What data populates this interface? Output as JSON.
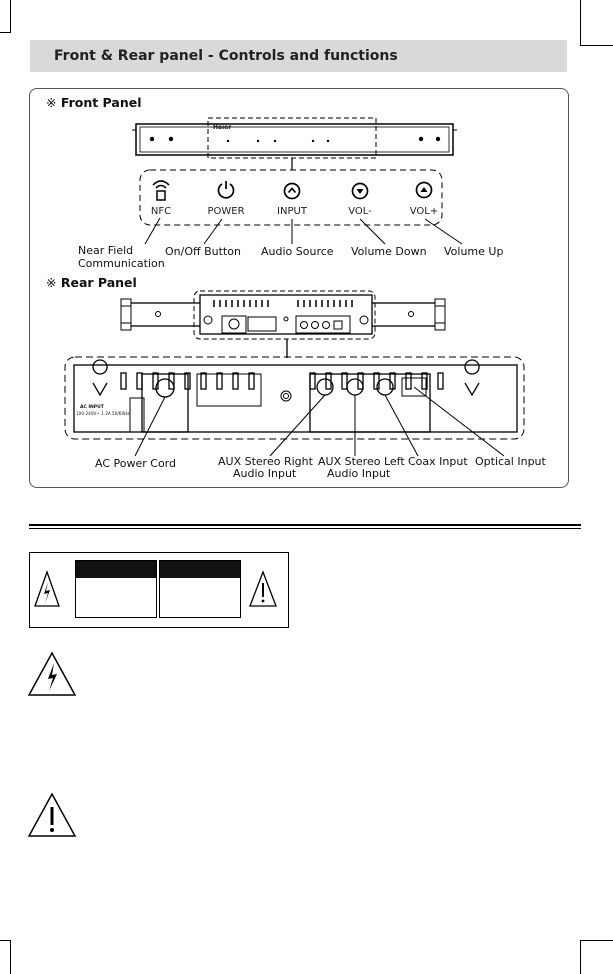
{
  "header": {
    "title": "Front & Rear panel - Controls and functions"
  },
  "front_panel": {
    "heading_mark": "※",
    "heading": "Front Panel",
    "brand": "Haier",
    "controls": [
      {
        "icon": "nfc-icon",
        "label": "NFC"
      },
      {
        "icon": "power-icon",
        "label": "POWER"
      },
      {
        "icon": "input-icon",
        "label": "INPUT"
      },
      {
        "icon": "volume-down-icon",
        "label": "VOL-"
      },
      {
        "icon": "volume-up-icon",
        "label": "VOL+"
      }
    ],
    "callouts": {
      "nfc_line1": "Near Field",
      "nfc_line2": "Communication",
      "power": "On/Off Button",
      "input": "Audio Source",
      "vol_down": "Volume Down",
      "vol_up": "Volume Up"
    }
  },
  "rear_panel": {
    "heading_mark": "※",
    "heading": "Rear Panel",
    "ac_input_line1": "AC INPUT",
    "ac_input_line2": "100-240V~ 1.2A 50/60Hz",
    "callouts": {
      "ac_power": "AC Power Cord",
      "aux_right_line1": "AUX Stereo Right",
      "aux_right_line2": "Audio Input",
      "aux_left_line1": "AUX Stereo Left",
      "aux_left_line2": "Audio Input",
      "coax": "Coax Input",
      "optical": "Optical Input"
    }
  },
  "warning_section": {
    "icons": [
      "lightning-warning-icon",
      "exclamation-warning-icon"
    ]
  }
}
